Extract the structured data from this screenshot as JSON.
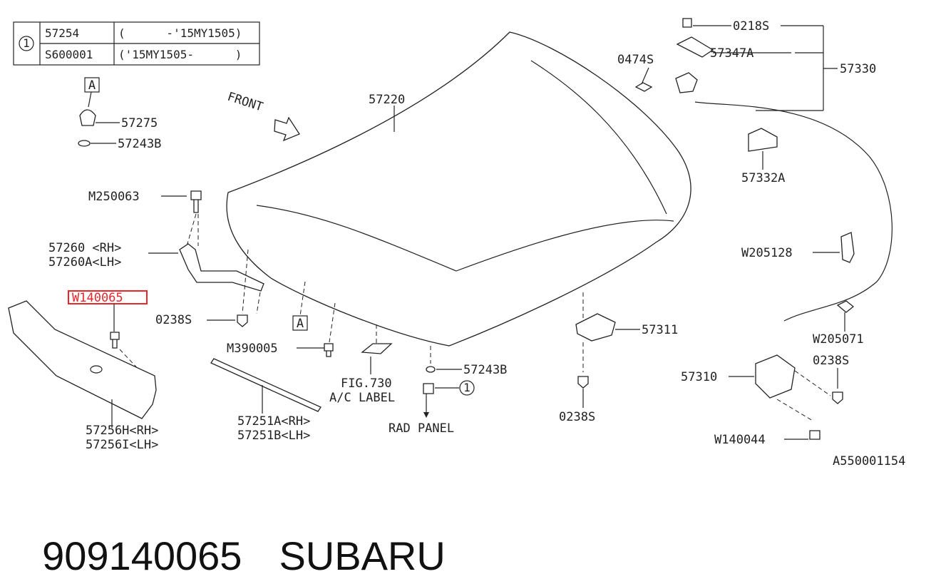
{
  "table": {
    "index": "1",
    "rows": [
      {
        "part": "57254",
        "range": "(      -'15MY1505)"
      },
      {
        "part": "S600001",
        "range": "('15MY1505-      )"
      }
    ]
  },
  "labels": {
    "box_a_top": "A",
    "p57275": "57275",
    "p57243b_left": "57243B",
    "front": "FRONT",
    "p57220": "57220",
    "m250063": "M250063",
    "p57260": "57260 <RH>",
    "p57260a": "57260A<LH>",
    "w140065": "W140065",
    "p0238s_left": "0238S",
    "box_a_mid": "A",
    "m390005": "M390005",
    "fig730": "FIG.730",
    "ac_label": "A/C LABEL",
    "p57243b_mid": "57243B",
    "circle_1": "1",
    "rad_panel": "RAD PANEL",
    "p57256h": "57256H<RH>",
    "p57256i": "57256I<LH>",
    "p57251a": "57251A<RH>",
    "p57251b": "57251B<LH>",
    "p0218s": "0218S",
    "p0474s": "0474S",
    "p57347a": "57347A",
    "p57330": "57330",
    "p57332a": "57332A",
    "w205128": "W205128",
    "p57311": "57311",
    "p0238s_mid": "0238S",
    "w205071": "W205071",
    "p0238s_right": "0238S",
    "p57310": "57310",
    "w140044": "W140044",
    "diagram_id": "A550001154"
  },
  "highlight": {
    "part": "W140065",
    "color": "#e8262b"
  },
  "footer": {
    "part_number": "909140065",
    "brand": "SUBARU"
  }
}
